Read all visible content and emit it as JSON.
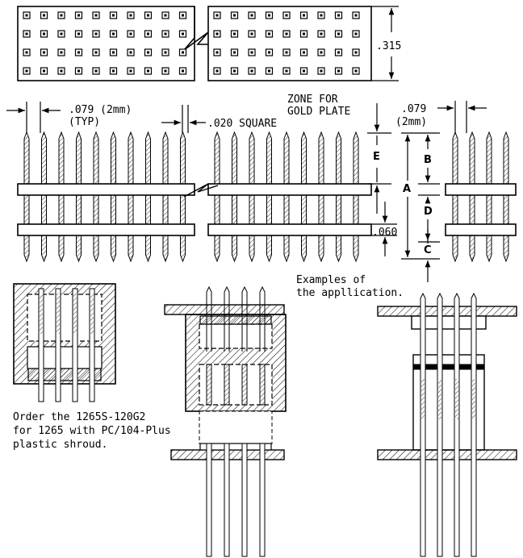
{
  "labels": {
    "height_dim": ".315",
    "pitch_dim_line1": ".079 (2mm)",
    "pitch_dim_line2": "(TYP)",
    "pin_square": ".020 SQUARE",
    "zone_line1": "ZONE FOR",
    "zone_line2": "GOLD PLATE",
    "pitch_right_line1": ".079",
    "pitch_right_line2": "(2mm)",
    "dim_a": "A",
    "dim_b": "B",
    "dim_c": "C",
    "dim_d": "D",
    "dim_e": "E",
    "body_dim": ".060",
    "examples_line1": "Examples of",
    "examples_line2": "the appllication.",
    "order_line1": "Order the 1265S-120G2",
    "order_line2": "for 1265 with PC/104-Plus",
    "order_line3": "plastic shroud."
  }
}
